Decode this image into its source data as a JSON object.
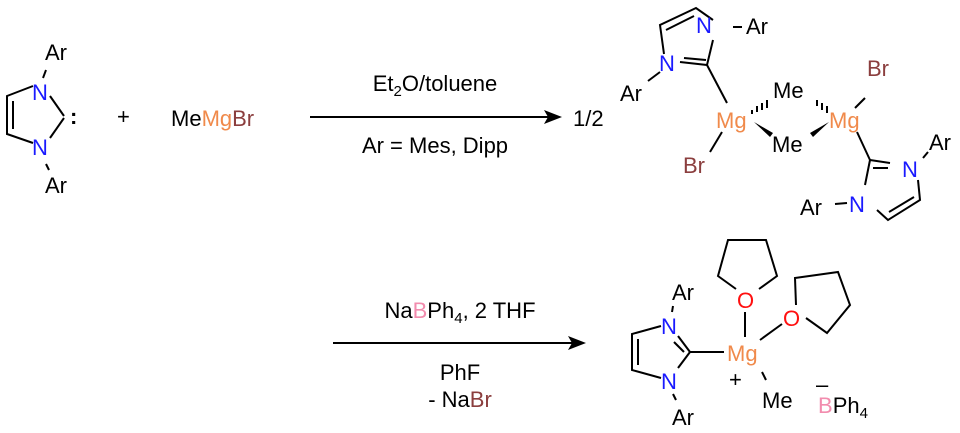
{
  "atoms": {
    "Ar": "Ar",
    "N": "N",
    "Mg": "Mg",
    "Br": "Br",
    "Me": "Me",
    "O": "O",
    "B": "B",
    "colon": ":"
  },
  "reaction1": {
    "plus": "+",
    "reagent": {
      "me": "Me",
      "mg": "Mg",
      "br": "Br"
    },
    "condition_top": {
      "pre": "Et",
      "sub": "2",
      "post": "O/toluene"
    },
    "condition_bottom": "Ar = Mes, Dipp",
    "coefficient": "1/2"
  },
  "reaction2": {
    "condition_top": {
      "na": "Na",
      "b": "B",
      "ph": "Ph",
      "sub": "4",
      "post": ", 2 THF"
    },
    "condition_bottom_1": "PhF",
    "condition_bottom_2": {
      "pre": "- Na",
      "br": "Br"
    },
    "cation_charge": "+",
    "anion_charge": "–",
    "anion": {
      "b": "B",
      "ph": "Ph",
      "sub": "4"
    }
  },
  "colors": {
    "N": "#1a1aff",
    "Mg": "#f08a4b",
    "Br": "#8b3e3e",
    "O": "#ff1010",
    "B": "#f28cae"
  }
}
